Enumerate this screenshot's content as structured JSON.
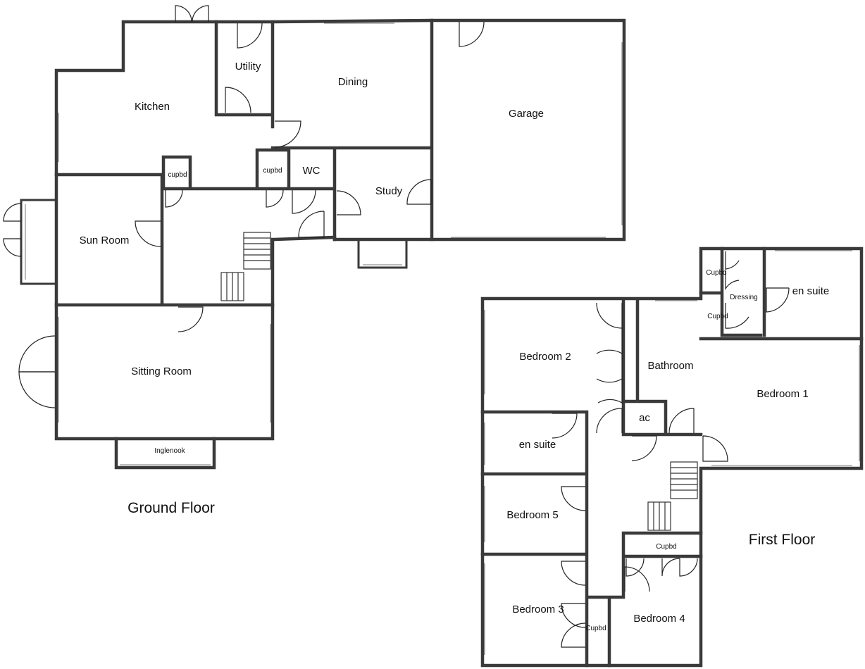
{
  "floors": {
    "ground": {
      "title": "Ground Floor",
      "rooms": {
        "kitchen": "Kitchen",
        "utility": "Utility",
        "dining": "Dining",
        "garage": "Garage",
        "cupbd_small": "cupbd",
        "cupbd_hall": "cupbd",
        "wc": "WC",
        "study": "Study",
        "sun_room": "Sun Room",
        "sitting_room": "Sitting Room",
        "inglenook": "Inglenook"
      }
    },
    "first": {
      "title": "First Floor",
      "rooms": {
        "cupbd_top": "Cupbd",
        "dressing": "Dressing",
        "cupbd_lower": "Cupbd",
        "en_suite_1": "en suite",
        "bedroom_2": "Bedroom 2",
        "bathroom": "Bathroom",
        "bedroom_1": "Bedroom 1",
        "en_suite_2": "en suite",
        "ac": "ac",
        "bedroom_5": "Bedroom 5",
        "cupbd_landing": "Cupbd",
        "bedroom_3": "Bedroom 3",
        "cupbd_bed3": "Cupbd",
        "bedroom_4": "Bedroom 4"
      }
    }
  }
}
